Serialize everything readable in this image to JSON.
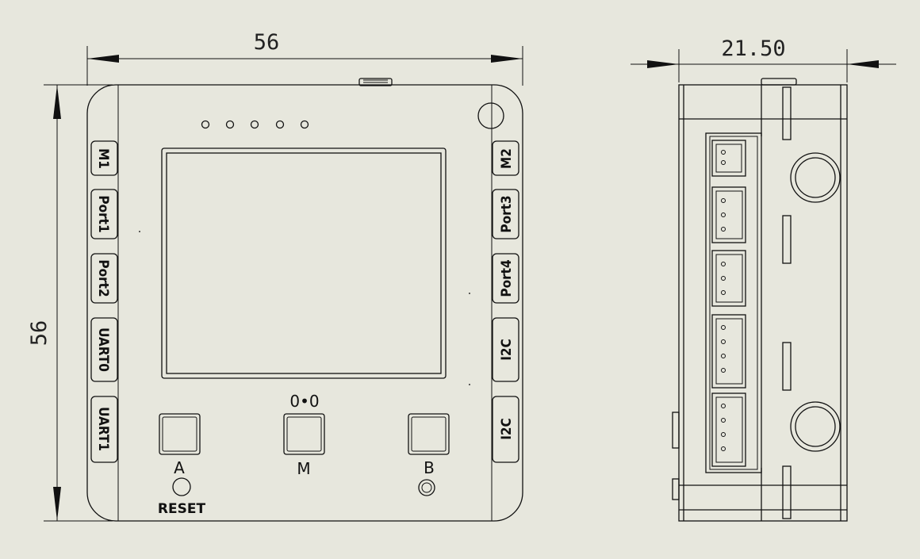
{
  "dimensions": {
    "front_width": "56",
    "front_height": "56",
    "side_width": "21.50"
  },
  "port_labels_left": [
    "M1",
    "Port1",
    "Port2",
    "UART0",
    "UART1"
  ],
  "port_labels_right": [
    "M2",
    "Port3",
    "Port4",
    "I2C",
    "I2C"
  ],
  "buttons": {
    "a": "A",
    "m": "M",
    "b": "B",
    "m_symbol": "0•0",
    "reset": "RESET"
  }
}
